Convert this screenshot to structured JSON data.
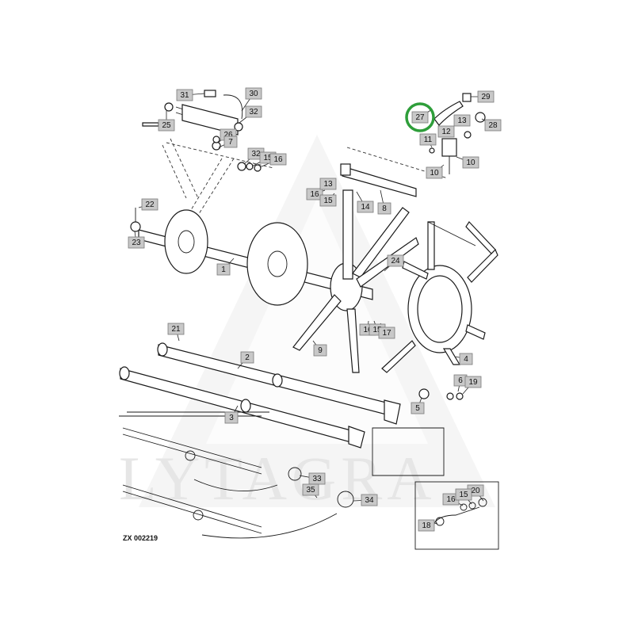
{
  "figure_code": "ZX 002219",
  "watermark_text": "LYTAGRA",
  "highlight_color": "#2e9e3a",
  "highlighted_part": "27",
  "callouts": [
    {
      "id": "c31",
      "label": "31"
    },
    {
      "id": "c30",
      "label": "30"
    },
    {
      "id": "c25",
      "label": "25"
    },
    {
      "id": "c32a",
      "label": "32"
    },
    {
      "id": "c26",
      "label": "26"
    },
    {
      "id": "c7",
      "label": "7"
    },
    {
      "id": "c32b",
      "label": "32"
    },
    {
      "id": "c15a",
      "label": "15"
    },
    {
      "id": "c16a",
      "label": "16"
    },
    {
      "id": "c22",
      "label": "22"
    },
    {
      "id": "c23",
      "label": "23"
    },
    {
      "id": "c1",
      "label": "1"
    },
    {
      "id": "c16b",
      "label": "16"
    },
    {
      "id": "c13a",
      "label": "13"
    },
    {
      "id": "c15b",
      "label": "15"
    },
    {
      "id": "c14",
      "label": "14"
    },
    {
      "id": "c8",
      "label": "8"
    },
    {
      "id": "c29",
      "label": "29"
    },
    {
      "id": "c27",
      "label": "27"
    },
    {
      "id": "c13b",
      "label": "13"
    },
    {
      "id": "c28",
      "label": "28"
    },
    {
      "id": "c12",
      "label": "12"
    },
    {
      "id": "c11",
      "label": "11"
    },
    {
      "id": "c10a",
      "label": "10"
    },
    {
      "id": "c10b",
      "label": "10"
    },
    {
      "id": "c24",
      "label": "24"
    },
    {
      "id": "c16c",
      "label": "16"
    },
    {
      "id": "c15c",
      "label": "15"
    },
    {
      "id": "c17",
      "label": "17"
    },
    {
      "id": "c9",
      "label": "9"
    },
    {
      "id": "c21",
      "label": "21"
    },
    {
      "id": "c2",
      "label": "2"
    },
    {
      "id": "c4",
      "label": "4"
    },
    {
      "id": "c6",
      "label": "6"
    },
    {
      "id": "c19",
      "label": "19"
    },
    {
      "id": "c5",
      "label": "5"
    },
    {
      "id": "c3",
      "label": "3"
    },
    {
      "id": "c33",
      "label": "33"
    },
    {
      "id": "c35",
      "label": "35"
    },
    {
      "id": "c34",
      "label": "34"
    },
    {
      "id": "c20",
      "label": "20"
    },
    {
      "id": "c16d",
      "label": "16"
    },
    {
      "id": "c15d",
      "label": "15"
    },
    {
      "id": "c18",
      "label": "18"
    }
  ]
}
